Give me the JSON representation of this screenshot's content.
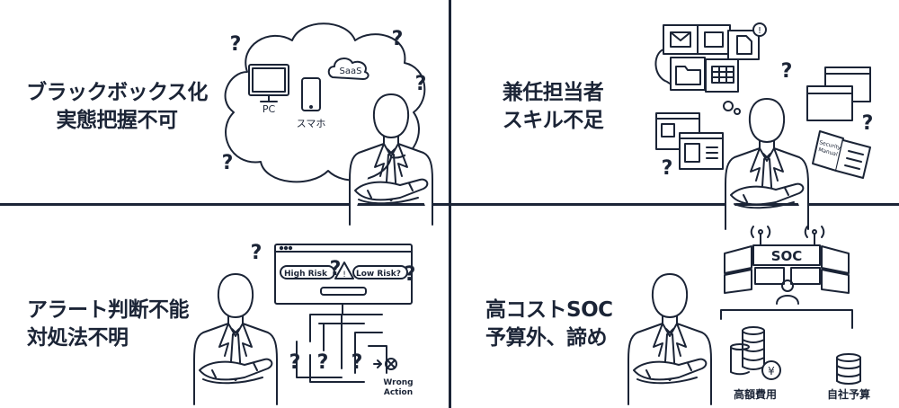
{
  "panels": [
    {
      "lines": [
        "ブラックボックス化",
        "実態把握不可"
      ],
      "labels": {
        "pc": "PC",
        "phone": "スマホ",
        "cloud": "SaaS"
      }
    },
    {
      "lines": [
        "兼任担当者",
        "スキル不足"
      ],
      "labels": {
        "manual": [
          "Security",
          "Manual"
        ]
      }
    },
    {
      "lines": [
        "アラート判断不能",
        "対処法不明"
      ],
      "labels": {
        "high": "High Risk",
        "low": "Low Risk?",
        "wrong": [
          "Wrong",
          "Action"
        ]
      }
    },
    {
      "lines": [
        "高コストSOC",
        "予算外、諦め"
      ],
      "labels": {
        "soc": "SOC",
        "cost": "高額費用",
        "budget": "自社予算",
        "yen": "¥"
      }
    }
  ],
  "colors": {
    "ink": "#1b2436",
    "background": "#ffffff"
  }
}
